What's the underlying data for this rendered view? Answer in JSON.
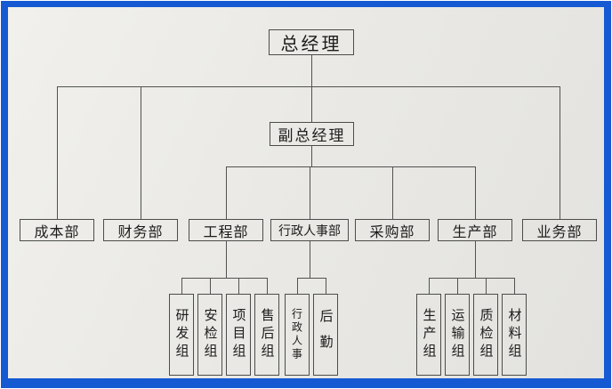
{
  "org": {
    "root": "总经理",
    "deputy": "副总经理",
    "departments": [
      "成本部",
      "财务部",
      "工程部",
      "行政人事部",
      "采购部",
      "生产部",
      "业务部"
    ],
    "engineering_groups": [
      "研发组",
      "安检组",
      "项目组",
      "售后组"
    ],
    "admin_groups": [
      "行政人事",
      "后勤"
    ],
    "production_groups": [
      "生产组",
      "运输组",
      "质检组",
      "材料组"
    ]
  },
  "colors": {
    "frame_blue": "#155ad2",
    "paper": "#eae9e5",
    "line": "#525252",
    "text": "#1c1c1c"
  }
}
